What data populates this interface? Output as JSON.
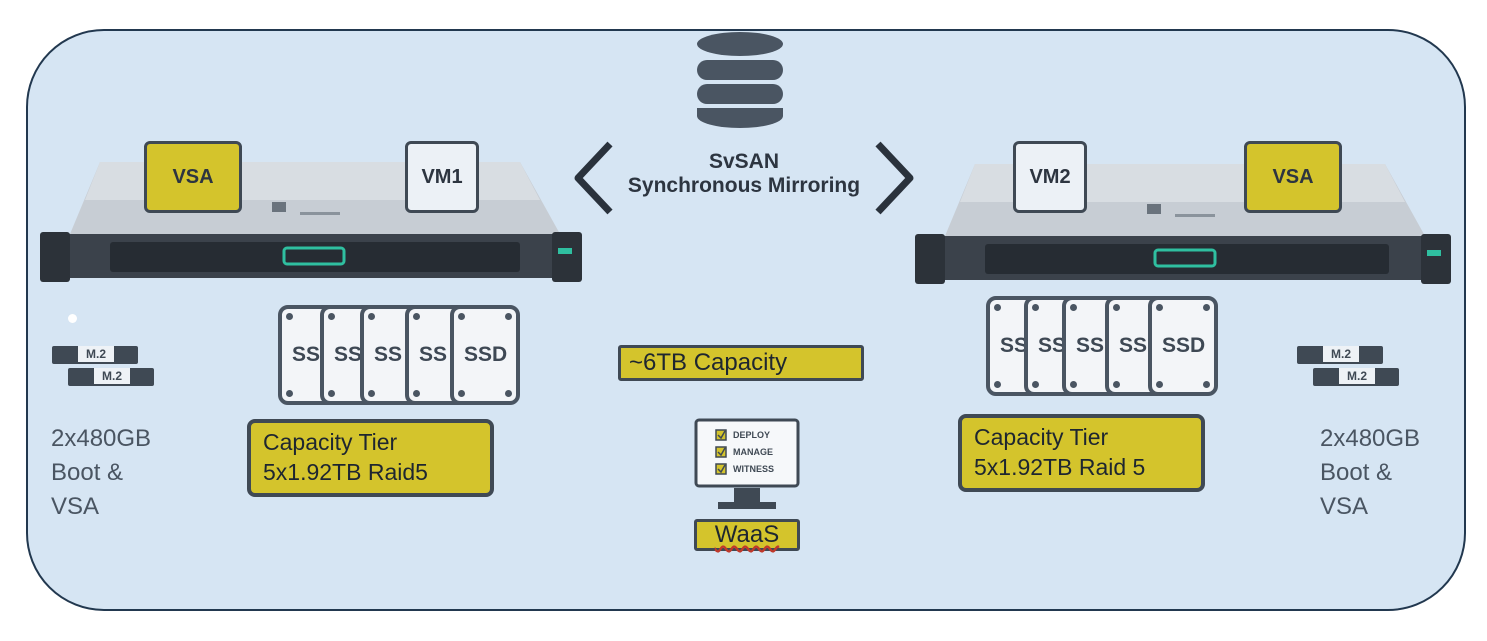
{
  "title": {
    "line1": "SvSAN",
    "line2": "Synchronous Mirroring"
  },
  "left_node": {
    "vsa_label": "VSA",
    "vm_label": "VM1",
    "ssd_labels": [
      "SS",
      "SS",
      "SS",
      "SS",
      "SSD"
    ],
    "tier_line1": "Capacity Tier",
    "tier_line2": "5x1.92TB Raid5",
    "m2_labels": [
      "M.2",
      "M.2"
    ],
    "boot_line1": "2x480GB",
    "boot_line2": "Boot &",
    "boot_line3": "VSA"
  },
  "right_node": {
    "vm_label": "VM2",
    "vsa_label": "VSA",
    "ssd_labels": [
      "SS",
      "SS",
      "SS",
      "SS",
      "SSD"
    ],
    "tier_line1": "Capacity Tier",
    "tier_line2": "5x1.92TB Raid 5",
    "m2_labels": [
      "M.2",
      "M.2"
    ],
    "boot_line1": "2x480GB",
    "boot_line2": "Boot &",
    "boot_line3": "VSA"
  },
  "capacity_label": "~6TB Capacity",
  "witness": {
    "items": [
      "DEPLOY",
      "MANAGE",
      "WITNESS"
    ],
    "label": "WaaS"
  },
  "colors": {
    "background": "#d6e5f3",
    "accent": "#d4c42c",
    "stroke": "#3f4954"
  }
}
